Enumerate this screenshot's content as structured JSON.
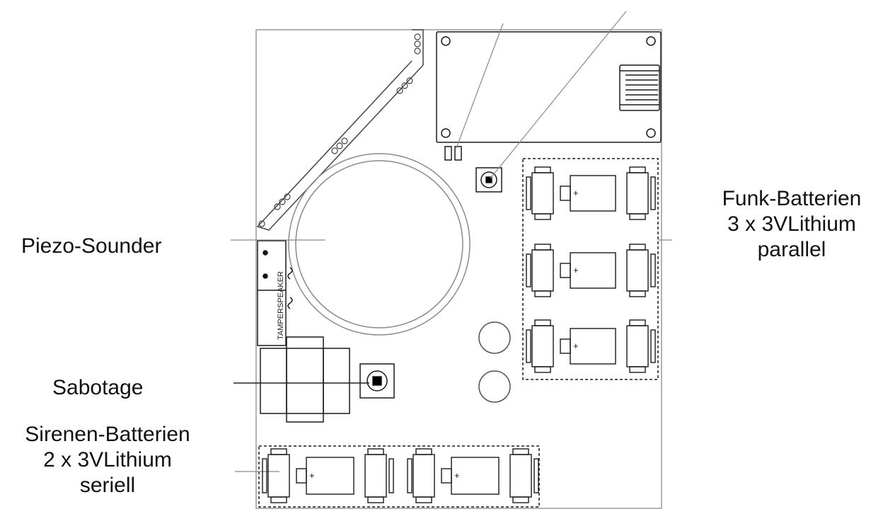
{
  "labels": {
    "piezo": "Piezo-Sounder",
    "sabotage": "Sabotage",
    "sirenen": [
      "Sirenen-Batterien",
      "2 x 3VLithium",
      "seriell"
    ],
    "funk": [
      "Funk-Batterien",
      "3 x 3VLithium",
      "parallel"
    ]
  },
  "board": {
    "connector_text": "TAMPERSPEAKER",
    "plus_sign": "+"
  },
  "colors": {
    "stroke": "#1a1a1a",
    "leader": "#888888",
    "ring": "#999999"
  }
}
